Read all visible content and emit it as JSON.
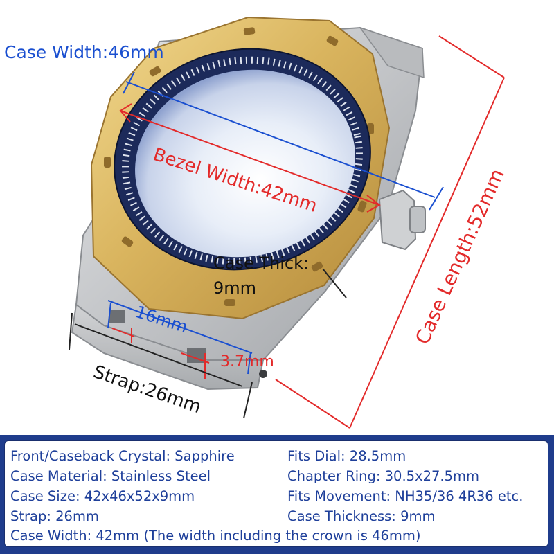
{
  "labels": {
    "case_width": "Case Width:46mm",
    "bezel_width": "Bezel Width:42mm",
    "case_thick_line1": "Case Thick:",
    "case_thick_line2": "9mm",
    "case_length": "Case Length:52mm",
    "lug_inner": "16mm",
    "lug_depth": "3.7mm",
    "strap": "Strap:26mm"
  },
  "specs": {
    "left": [
      "Front/Caseback Crystal: Sapphire",
      "Case Material: Stainless Steel",
      "Case Size: 42x46x52x9mm",
      "Strap: 26mm"
    ],
    "right": [
      "Fits Dial: 28.5mm",
      "Chapter Ring: 30.5x27.5mm",
      "Fits Movement: NH35/36 4R36 etc.",
      "Case Thickness: 9mm"
    ],
    "bottom": "Case Width: 42mm (The width including the crown is 46mm)"
  },
  "colors": {
    "blue_dimension": "#1a4fd0",
    "red_dimension": "#e32a2a",
    "panel_frame": "#1f3c8c",
    "panel_text": "#1e3f9a",
    "bezel_gold": "#d8b35c",
    "steel": "#c7c9cc"
  }
}
